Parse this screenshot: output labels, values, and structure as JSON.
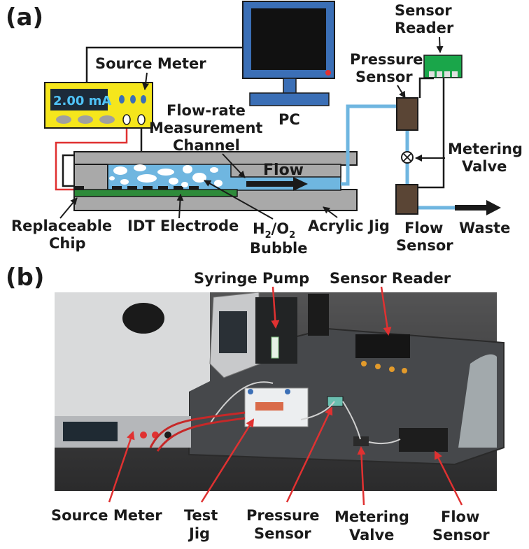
{
  "panel_a": {
    "panel_label": "(a)",
    "source_meter_title": "Source Meter",
    "source_meter_display": "2.00 mA",
    "pc_label": "PC",
    "sensor_reader_line1": "Sensor",
    "sensor_reader_line2": "Reader",
    "pressure_sensor_line1": "Pressure",
    "pressure_sensor_line2": "Sensor",
    "flow_rate_line1": "Flow-rate",
    "flow_rate_line2": "Measurement",
    "flow_rate_line3": "Channel",
    "flow_label": "Flow",
    "metering_valve_line1": "Metering",
    "metering_valve_line2": "Valve",
    "replaceable_chip_line1": "Replaceable",
    "replaceable_chip_line2": "Chip",
    "idt_electrode": "IDT Electrode",
    "bubble_h": "H",
    "bubble_sub1": "2",
    "bubble_slash": "/O",
    "bubble_sub2": "2",
    "bubble_line2": "Bubble",
    "acrylic_jig": "Acrylic Jig",
    "flow_sensor_line1": "Flow",
    "flow_sensor_line2": "Sensor",
    "waste": "Waste"
  },
  "panel_b": {
    "panel_label": "(b)",
    "syringe_pump": "Syringe Pump",
    "sensor_reader": "Sensor Reader",
    "source_meter": "Source Meter",
    "test_jig_line1": "Test",
    "test_jig_line2": "Jig",
    "pressure_sensor_line1": "Pressure",
    "pressure_sensor_line2": "Sensor",
    "metering_valve_line1": "Metering",
    "metering_valve_line2": "Valve",
    "flow_sensor_line1": "Flow",
    "flow_sensor_line2": "Sensor"
  },
  "colors": {
    "source_meter_body": "#f5e61c",
    "lcd_background": "#1c2b3a",
    "pc_monitor": "#3b6fb6",
    "sensor_reader": "#1aa64a",
    "sensor_body": "#5a4535",
    "fluid": "#6fb6e0",
    "acrylic": "#a9a9a9",
    "chip": "#2e8b3a",
    "wire_red": "#e03131",
    "annotation_red": "#e03131",
    "photo_bench": "#3f4144"
  }
}
